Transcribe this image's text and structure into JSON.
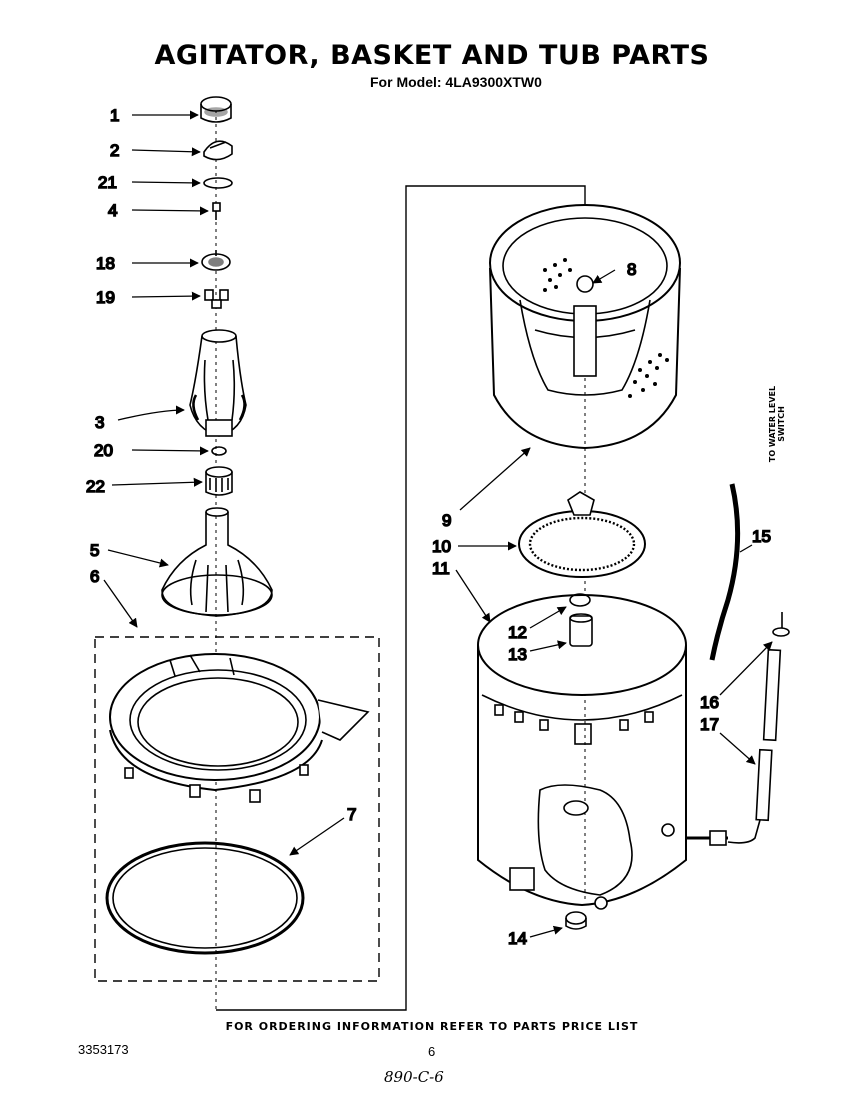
{
  "title": "AGITATOR, BASKET AND TUB PARTS",
  "subtitle": "For Model: 4LA9300XTW0",
  "side_label": [
    "TO WATER LEVEL",
    "SWITCH"
  ],
  "footer_note": "FOR ORDERING INFORMATION REFER TO PARTS PRICE LIST",
  "doc_number": "3353173",
  "page_number": "6",
  "handwritten_note": "890-C-6",
  "callouts": [
    "1",
    "2",
    "21",
    "4",
    "18",
    "19",
    "3",
    "20",
    "22",
    "5",
    "6",
    "7",
    "8",
    "9",
    "10",
    "11",
    "12",
    "13",
    "14",
    "15",
    "16",
    "17"
  ]
}
